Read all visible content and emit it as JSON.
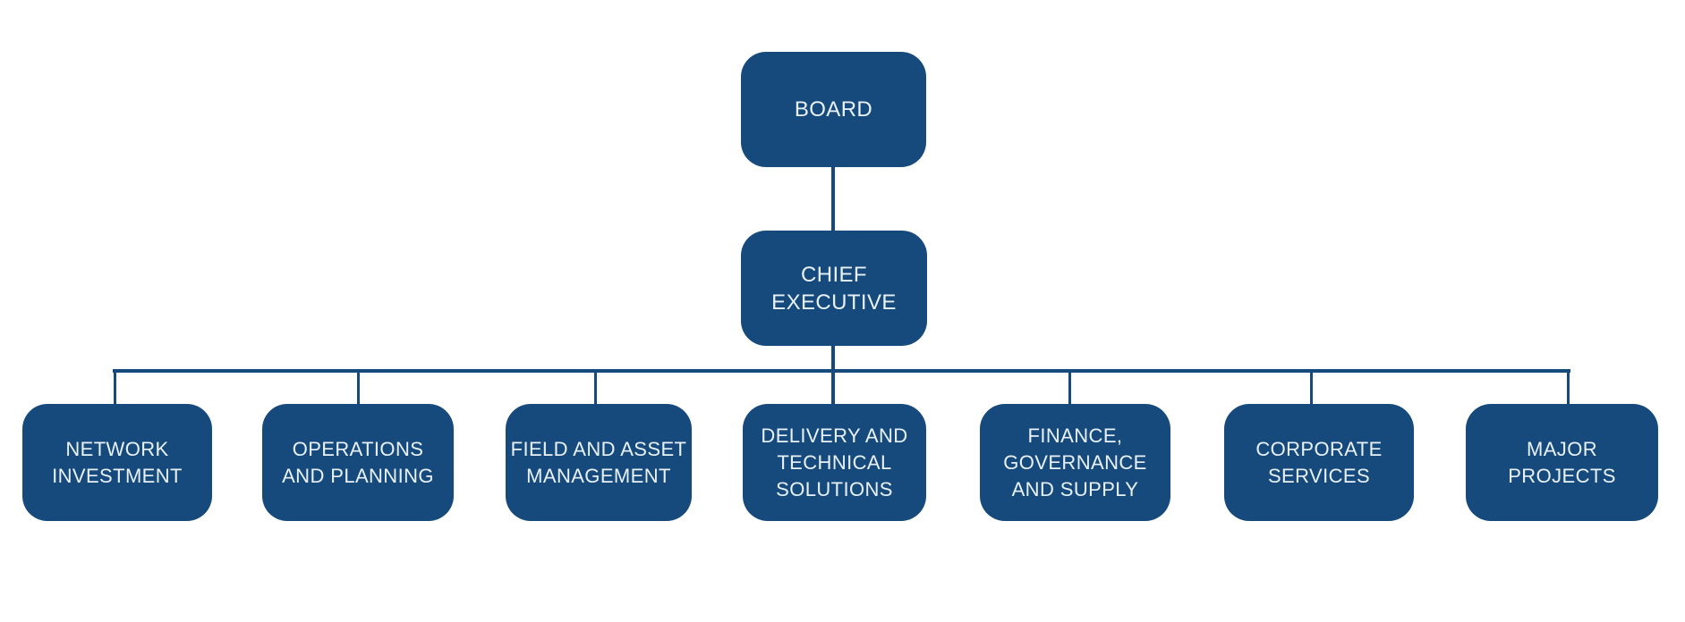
{
  "org_chart": {
    "board": {
      "label": "BOARD"
    },
    "chief_executive": {
      "label": "CHIEF\nEXECUTIVE"
    },
    "departments": [
      {
        "label": "NETWORK\nINVESTMENT"
      },
      {
        "label": "OPERATIONS\nAND PLANNING"
      },
      {
        "label": "FIELD AND ASSET\nMANAGEMENT"
      },
      {
        "label": "DELIVERY AND\nTECHNICAL\nSOLUTIONS"
      },
      {
        "label": "FINANCE,\nGOVERNANCE\nAND SUPPLY"
      },
      {
        "label": "CORPORATE\nSERVICES"
      },
      {
        "label": "MAJOR\nPROJECTS"
      }
    ],
    "colors": {
      "node_fill": "#164A7D",
      "connector": "#164A7D",
      "label_text": "#E9F2FA",
      "background": "#FFFFFF"
    }
  }
}
